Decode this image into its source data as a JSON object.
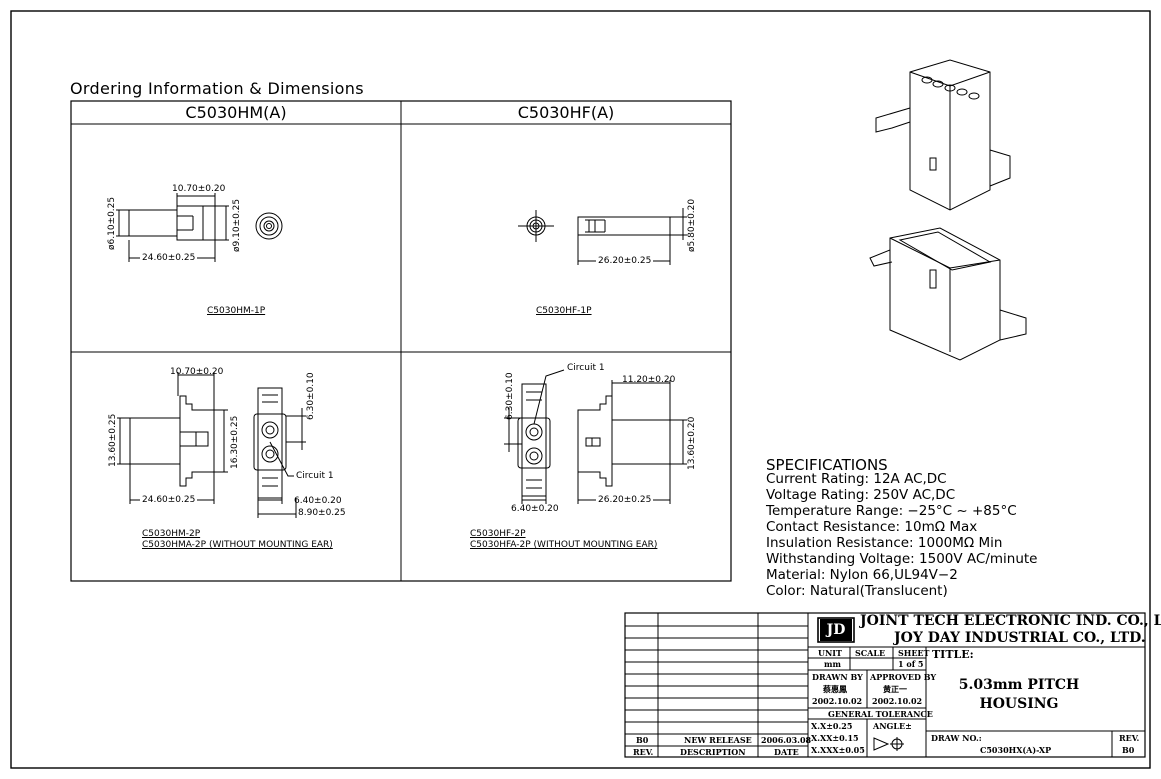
{
  "ordering": {
    "title": "Ordering Information & Dimensions",
    "col_left": "C5030HM(A)",
    "col_right": "C5030HF(A)"
  },
  "hm1": {
    "dim_top": "10.70±0.20",
    "dim_bottom": "24.60±0.25",
    "dim_left": "ø6.10±0.25",
    "dim_right": "ø9.10±0.25",
    "part": "C5030HM-1P"
  },
  "hf1": {
    "dim_bottom": "26.20±0.25",
    "dim_right": "ø5.80±0.20",
    "part": "C5030HF-1P"
  },
  "hm2": {
    "dim_top": "10.70±0.20",
    "dim_left": "13.60±0.25",
    "dim_mid": "16.30±0.25",
    "dim_right": "6.30±0.10",
    "dim_bottom": "24.60±0.25",
    "circuit": "Circuit 1",
    "dim_pitch": "6.40±0.20",
    "dim_width": "8.90±0.25",
    "part1": "C5030HM-2P",
    "part2": "C5030HMA-2P (WITHOUT MOUNTING EAR)"
  },
  "hf2": {
    "circuit": "Circuit 1",
    "dim_top": "11.20±0.20",
    "dim_left": "6.30±0.10",
    "dim_right": "13.60±0.20",
    "dim_pitch": "6.40±0.20",
    "dim_bottom": "26.20±0.25",
    "part1": "C5030HF-2P",
    "part2": "C5030HFA-2P (WITHOUT MOUNTING EAR)"
  },
  "specifications": {
    "title": "SPECIFICATIONS",
    "lines": [
      "Current Rating: 12A AC,DC",
      "Voltage Rating: 250V AC,DC",
      "Temperature Range: −25°C ~ +85°C",
      "Contact Resistance: 10mΩ Max",
      "Insulation Resistance: 1000MΩ Min",
      "Withstanding Voltage: 1500V AC/minute",
      "Material: Nylon 66,UL94V−2",
      "Color: Natural(Translucent)"
    ]
  },
  "title_block": {
    "company1": "JOINT TECH ELECTRONIC IND. CO., LTD.",
    "company2": "JOY DAY INDUSTRIAL CO., LTD.",
    "unit_label": "UNIT",
    "unit_value": "mm",
    "scale_label": "SCALE",
    "sheet_label": "SHEET",
    "sheet_value": "1 of 5",
    "title_label": "TITLE:",
    "title1": "5.03mm PITCH",
    "title2": "HOUSING",
    "drawn_by_label": "DRAWN BY",
    "drawn_by": "蔡惠鳳",
    "drawn_date": "2002.10.02",
    "approved_by_label": "APPROVED BY",
    "approved_by": "黄正一",
    "approved_date": "2002.10.02",
    "tolerance_label": "GENERAL TOLERANCE",
    "tol1": "X.X±0.25",
    "tol2": "X.XX±0.15",
    "tol3": "X.XXX±0.05",
    "angle_label": "ANGLE±",
    "drw_no_label": "DRAW NO.:",
    "drw_no": "C5030HX(A)-XP",
    "rev_label": "REV.",
    "rev_value": "B0",
    "rev_row_rev": "B0",
    "rev_row_desc": "NEW RELEASE",
    "rev_row_date": "2006.03.08",
    "hdr_rev": "REV.",
    "hdr_desc": "DESCRIPTION",
    "hdr_date": "DATE"
  }
}
